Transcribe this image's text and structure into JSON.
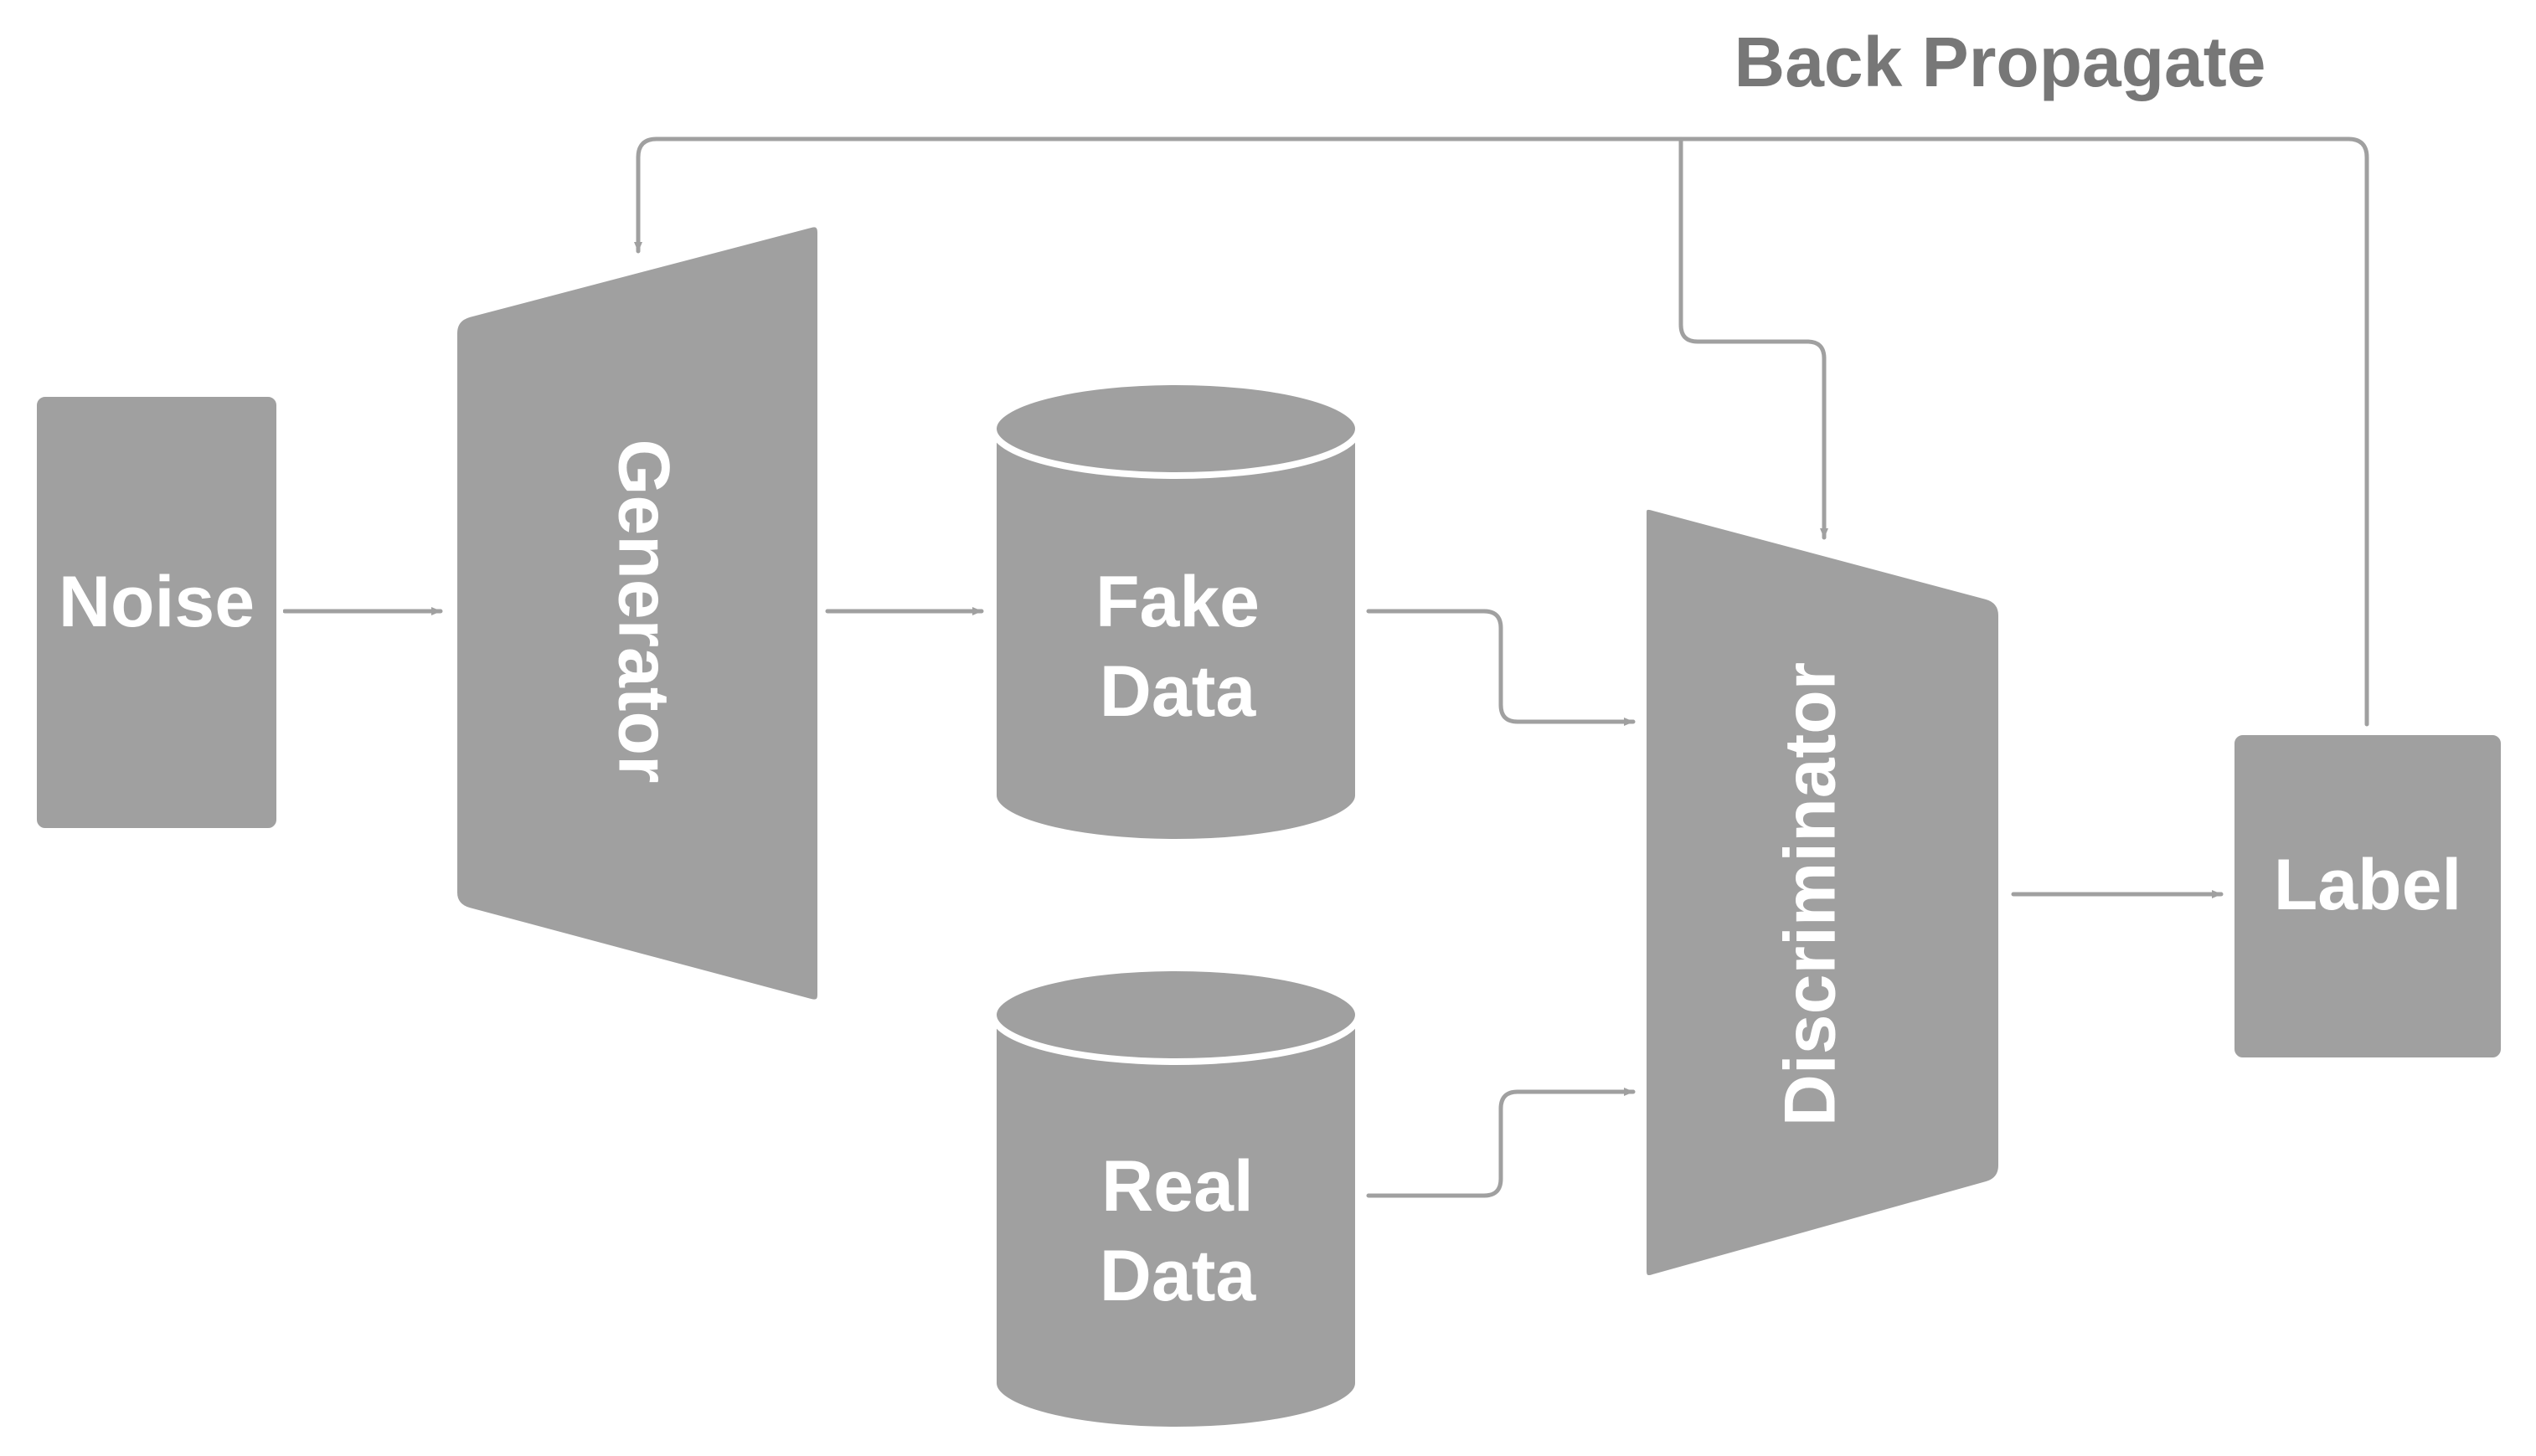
{
  "colors": {
    "node_fill": "#a0a0a0",
    "node_text": "#ffffff",
    "line": "#a0a0a0",
    "title_text": "#777777"
  },
  "diagram": {
    "title": "Back Propagate",
    "nodes": {
      "noise": "Noise",
      "generator": "Generator",
      "fake_data_line1": "Fake",
      "fake_data_line2": "Data",
      "real_data_line1": "Real",
      "real_data_line2": "Data",
      "discriminator": "Discriminator",
      "label": "Label"
    },
    "edges": [
      {
        "from": "Noise",
        "to": "Generator"
      },
      {
        "from": "Generator",
        "to": "Fake Data"
      },
      {
        "from": "Fake Data",
        "to": "Discriminator"
      },
      {
        "from": "Real Data",
        "to": "Discriminator"
      },
      {
        "from": "Discriminator",
        "to": "Label"
      },
      {
        "from": "Label",
        "to": "Generator",
        "kind": "back-propagate"
      },
      {
        "from": "Label",
        "to": "Discriminator",
        "kind": "back-propagate"
      }
    ]
  }
}
